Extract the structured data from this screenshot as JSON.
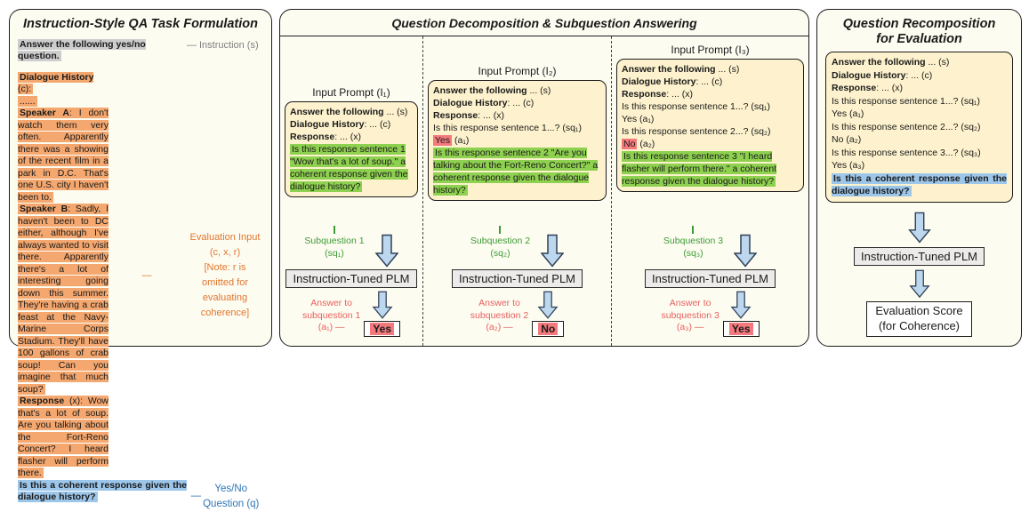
{
  "colors": {
    "panel_bg": "#fdfcf1",
    "prompt_box_bg": "#fdf2cd",
    "highlight_gray": "#cdcdcd",
    "highlight_orange": "#f4a76e",
    "highlight_green": "#8ed04f",
    "highlight_blue": "#9cc6ea",
    "highlight_red": "#f4797d",
    "label_gray": "#7f7f7f",
    "label_orange": "#e0762f",
    "label_blue": "#2e75b6",
    "label_green": "#3d9b35",
    "label_red": "#e85f5f",
    "arrow_fill": "#bdd7ee",
    "arrow_stroke": "#2e4057"
  },
  "left": {
    "title": "Instruction-Style QA Task Formulation",
    "dash": "—",
    "instruction": {
      "text": "Answer the following yes/no question.",
      "label": "Instruction (s)"
    },
    "dialogue": {
      "header_b": "Dialogue History",
      "header_r": " (c):",
      "dots": "......",
      "speaker_a_b": "Speaker A",
      "speaker_a_r": ": I don't watch them very often. Apparently there was a showing of the recent film in a park in D.C. That's one U.S. city I haven't been to.",
      "speaker_b_b": "Speaker B",
      "speaker_b_r": ": Sadly, I haven't been to DC either, although I've always wanted to visit there. Apparently there's a lot of interesting going down this summer. They're having a crab feast at the Navy-Marine Corps Stadium. They'll have 100 gallons of crab soup! Can you imagine that much soup?",
      "response_b": "Response",
      "response_r": " (x): Wow that's a lot of soup. Are you talking about the Fort-Reno Concert? I heard flasher will perform there."
    },
    "eval_label": {
      "line1": "Evaluation Input",
      "line2": "(c, x, r)",
      "note": "[Note: r is omitted for evaluating coherence]"
    },
    "question": {
      "text": "Is this a coherent response given the dialogue history?",
      "label1": "Yes/No",
      "label2": "Question (q)"
    }
  },
  "middle": {
    "title": "Question Decomposition & Subquestion Answering",
    "columns": [
      {
        "header": "Input Prompt (I₁)",
        "prompt": {
          "s_b": "Answer the following",
          "s_r": " ... (s)",
          "c_b": "Dialogue History",
          "c_r": ": ... (c)",
          "x_b": "Response",
          "x_r": ": ... (x)",
          "green": "Is this response sentence 1 \"Wow that's a lot of soup.\" a coherent response given the dialogue history?"
        },
        "subq_line1": "Subquestion 1",
        "subq_line2": "(sq₁)",
        "plm": "Instruction-Tuned PLM",
        "ans_line1": "Answer to",
        "ans_line2": "subquestion 1",
        "ans_line3": "(a₁) —",
        "answer": "Yes"
      },
      {
        "header": "Input Prompt (I₂)",
        "prompt": {
          "s_b": "Answer the following",
          "s_r": " ... (s)",
          "c_b": "Dialogue History",
          "c_r": ": ... (c)",
          "x_b": "Response",
          "x_r": ": ... (x)",
          "q1": "Is this response sentence 1...? (sq₁)",
          "a1_hl": "Yes",
          "a1_r": " (a₁)",
          "green": "Is this response sentence 2 \"Are you talking about the Fort-Reno Concert?\" a coherent response given the dialogue history?"
        },
        "subq_line1": "Subquestion 2",
        "subq_line2": "(sq₂)",
        "plm": "Instruction-Tuned PLM",
        "ans_line1": "Answer to",
        "ans_line2": "subquestion 2",
        "ans_line3": "(a₂) —",
        "answer": "No"
      },
      {
        "header": "Input Prompt (I₃)",
        "prompt": {
          "s_b": "Answer the following",
          "s_r": " ... (s)",
          "c_b": "Dialogue History",
          "c_r": ": ... (c)",
          "x_b": "Response",
          "x_r": ": ... (x)",
          "q1": "Is this response sentence 1...? (sq₁)",
          "a1": "Yes (a₁)",
          "q2": "Is this response sentence 2...? (sq₂)",
          "a2_hl": "No",
          "a2_r": " (a₂)",
          "green": "Is this response sentence 3 \"I heard flasher will perform there.\" a coherent response given the dialogue history?"
        },
        "subq_line1": "Subquestion 3",
        "subq_line2": "(sq₃)",
        "plm": "Instruction-Tuned PLM",
        "ans_line1": "Answer to",
        "ans_line2": "subquestion 3",
        "ans_line3": "(a₃) —",
        "answer": "Yes"
      }
    ]
  },
  "right": {
    "title1": "Question Recomposition",
    "title2": "for Evaluation",
    "prompt": {
      "s_b": "Answer the following",
      "s_r": " ... (s)",
      "c_b": "Dialogue History",
      "c_r": ": ... (c)",
      "x_b": "Response",
      "x_r": ": ... (x)",
      "q1": "Is this response sentence 1...? (sq₁)",
      "a1": "Yes (a₁)",
      "q2": "Is this response sentence 2...? (sq₂)",
      "a2": "No (a₂)",
      "q3": "Is this response sentence 3...? (sq₃)",
      "a3": "Yes (a₃)",
      "blue": "Is this a coherent response given the dialogue history?"
    },
    "plm": "Instruction-Tuned PLM",
    "score_line1": "Evaluation Score",
    "score_line2": "(for Coherence)"
  }
}
